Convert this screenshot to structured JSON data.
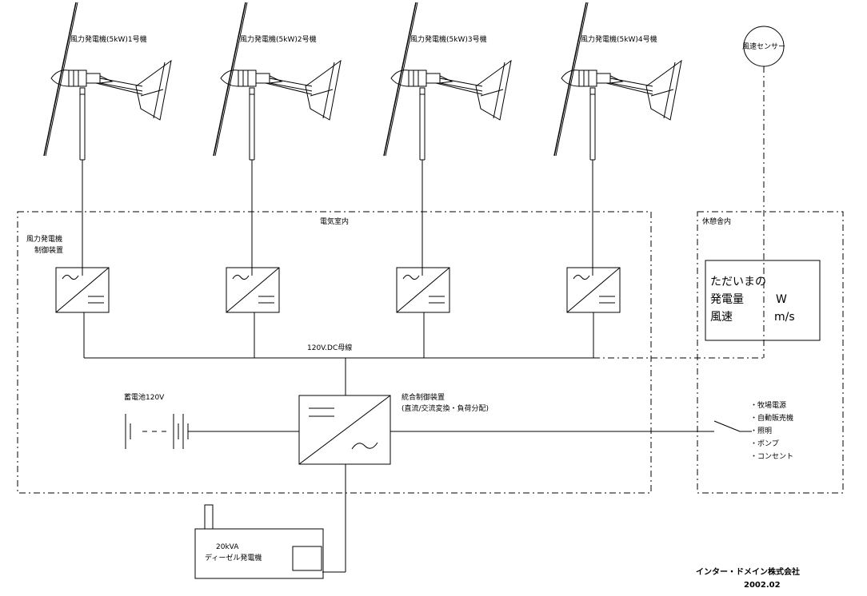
{
  "turbines": [
    {
      "label": "風力発電機(5kW)1号機"
    },
    {
      "label": "風力発電機(5kW)2号機"
    },
    {
      "label": "風力発電機(5kW)3号機"
    },
    {
      "label": "風力発電機(5kW)4号機"
    }
  ],
  "wind_sensor": {
    "label": "風速センサー"
  },
  "electrical_room": {
    "label": "電気室内"
  },
  "rest_house": {
    "label": "休憩舎内"
  },
  "controller_label": {
    "line1": "風力発電機",
    "line2": "制御装置"
  },
  "dc_bus": {
    "label": "120V.DC母線"
  },
  "battery": {
    "label": "蓄電池120V"
  },
  "integrated_controller": {
    "line1": "統合制御装置",
    "line2": "(直流/交流変換・負荷分配)"
  },
  "display_panel": {
    "line1": "ただいまの",
    "line2_label": "発電量",
    "line2_unit": "W",
    "line3_label": "風速",
    "line3_unit": "m/s"
  },
  "loads": [
    "・牧場電源",
    "・自動販売機",
    "・照明",
    "・ポンプ",
    "・コンセント"
  ],
  "generator": {
    "line1": "20kVA",
    "line2": "ディーゼル発電機"
  },
  "company": {
    "name": "インター・ドメイン株式会社",
    "date": "2002.02"
  }
}
